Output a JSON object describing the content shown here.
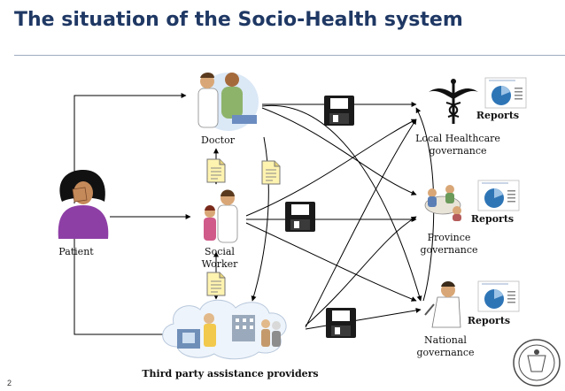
{
  "title": "The situation of the Socio-Health system",
  "nodes": {
    "patient": "Patient",
    "doctor": "Doctor",
    "social_worker": "Social\nWorker",
    "third_party": "Third party assistance providers",
    "local": "Local Healthcare\ngovernance",
    "province": "Province\ngovernance",
    "national": "National\ngovernance"
  },
  "reports_label": "Reports",
  "page_number": "2",
  "colors": {
    "title": "#1f3864",
    "arrow": "#000000",
    "pie": "#2e75b6",
    "disk": "#1a1a1a"
  }
}
